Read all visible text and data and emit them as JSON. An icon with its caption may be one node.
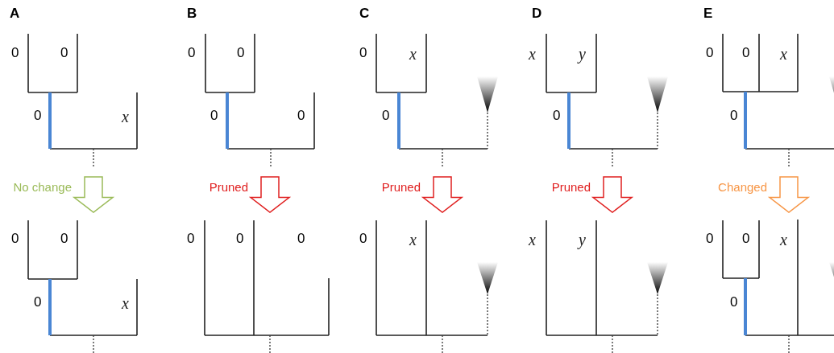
{
  "diagram": {
    "nodes": [
      {
        "text": [
          "0",
          "0",
          "0",
          "x"
        ]
      },
      {
        "text": [
          "0",
          "0",
          "0",
          "0"
        ]
      },
      {
        "text": [
          "0",
          "x",
          "0"
        ]
      },
      {
        "text": [
          "x",
          "y",
          "0"
        ]
      },
      {
        "text": [
          "0",
          "0",
          "x",
          "0"
        ]
      },
      {
        "text": [
          "0",
          "0",
          "0",
          "x"
        ]
      },
      {
        "text": [
          "0",
          "0",
          "0"
        ]
      },
      {
        "text": [
          "0",
          "x"
        ]
      },
      {
        "text": [
          "x",
          "y"
        ]
      },
      {
        "text": [
          "0",
          "0",
          "x",
          "0"
        ]
      }
    ],
    "edges": [
      {
        "from": 0,
        "to": 5,
        "arrow": "to",
        "label": "No change",
        "color": "#9bbb59"
      },
      {
        "from": 1,
        "to": 6,
        "arrow": "to",
        "label": "Pruned"
      },
      {
        "from": 2,
        "to": 7,
        "arrow": "to",
        "label": "Pruned"
      },
      {
        "from": 3,
        "to": 8,
        "arrow": "to",
        "label": "Pruned"
      },
      {
        "from": 4,
        "to": 9,
        "arrow": "to",
        "label": "Changed",
        "color": "#f79646"
      }
    ],
    "labels": [
      "A",
      "B",
      "C",
      "D",
      "E"
    ]
  }
}
